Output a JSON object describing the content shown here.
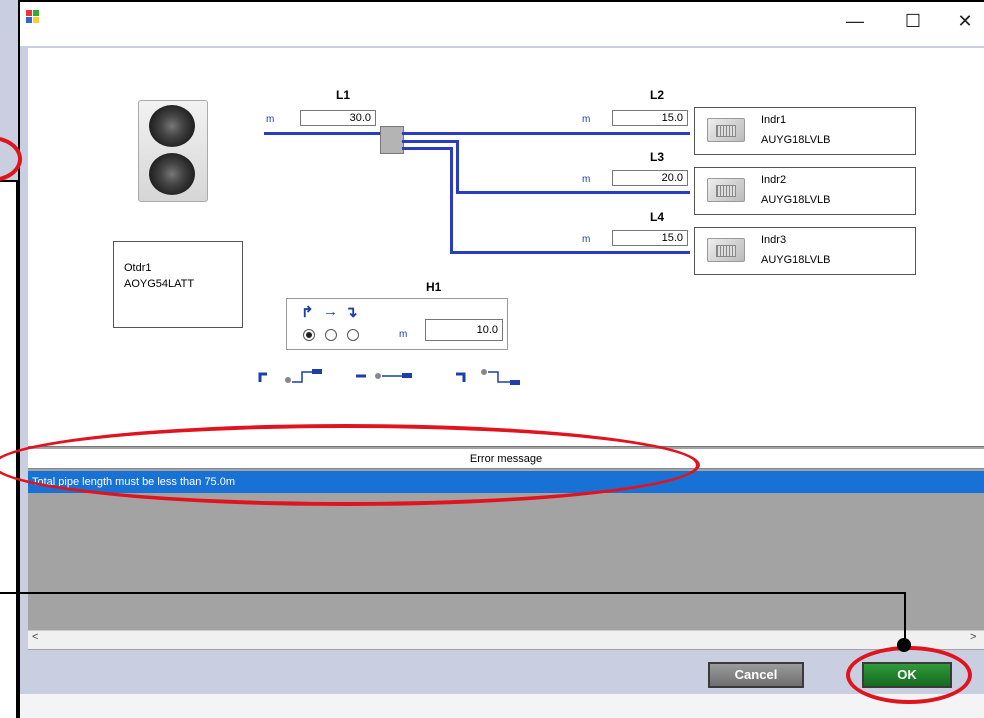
{
  "window": {
    "minimize": "—",
    "maximize": "☐",
    "close": "✕"
  },
  "outdoor": {
    "name": "Otdr1",
    "model": "AOYG54LATT"
  },
  "unit": "m",
  "pipes": {
    "L1": {
      "label": "L1",
      "value": "30.0"
    },
    "L2": {
      "label": "L2",
      "value": "15.0"
    },
    "L3": {
      "label": "L3",
      "value": "20.0"
    },
    "L4": {
      "label": "L4",
      "value": "15.0"
    }
  },
  "indoor": [
    {
      "name": "Indr1",
      "model": "AUYG18LVLB"
    },
    {
      "name": "Indr2",
      "model": "AUYG18LVLB"
    },
    {
      "name": "Indr3",
      "model": "AUYG18LVLB"
    }
  ],
  "height": {
    "label": "H1",
    "value": "10.0",
    "selected_option": 1
  },
  "error": {
    "header": "Error message",
    "messages": [
      "Total pipe length must be less than 75.0m"
    ]
  },
  "scroll": {
    "left": "<",
    "right": ">"
  },
  "buttons": {
    "cancel": "Cancel",
    "ok": "OK"
  },
  "colors": {
    "pipe": "#2b3cc4",
    "accent_selection": "#1872d6",
    "ok_button": "#1f7d2b",
    "annotation": "#e0141e"
  }
}
